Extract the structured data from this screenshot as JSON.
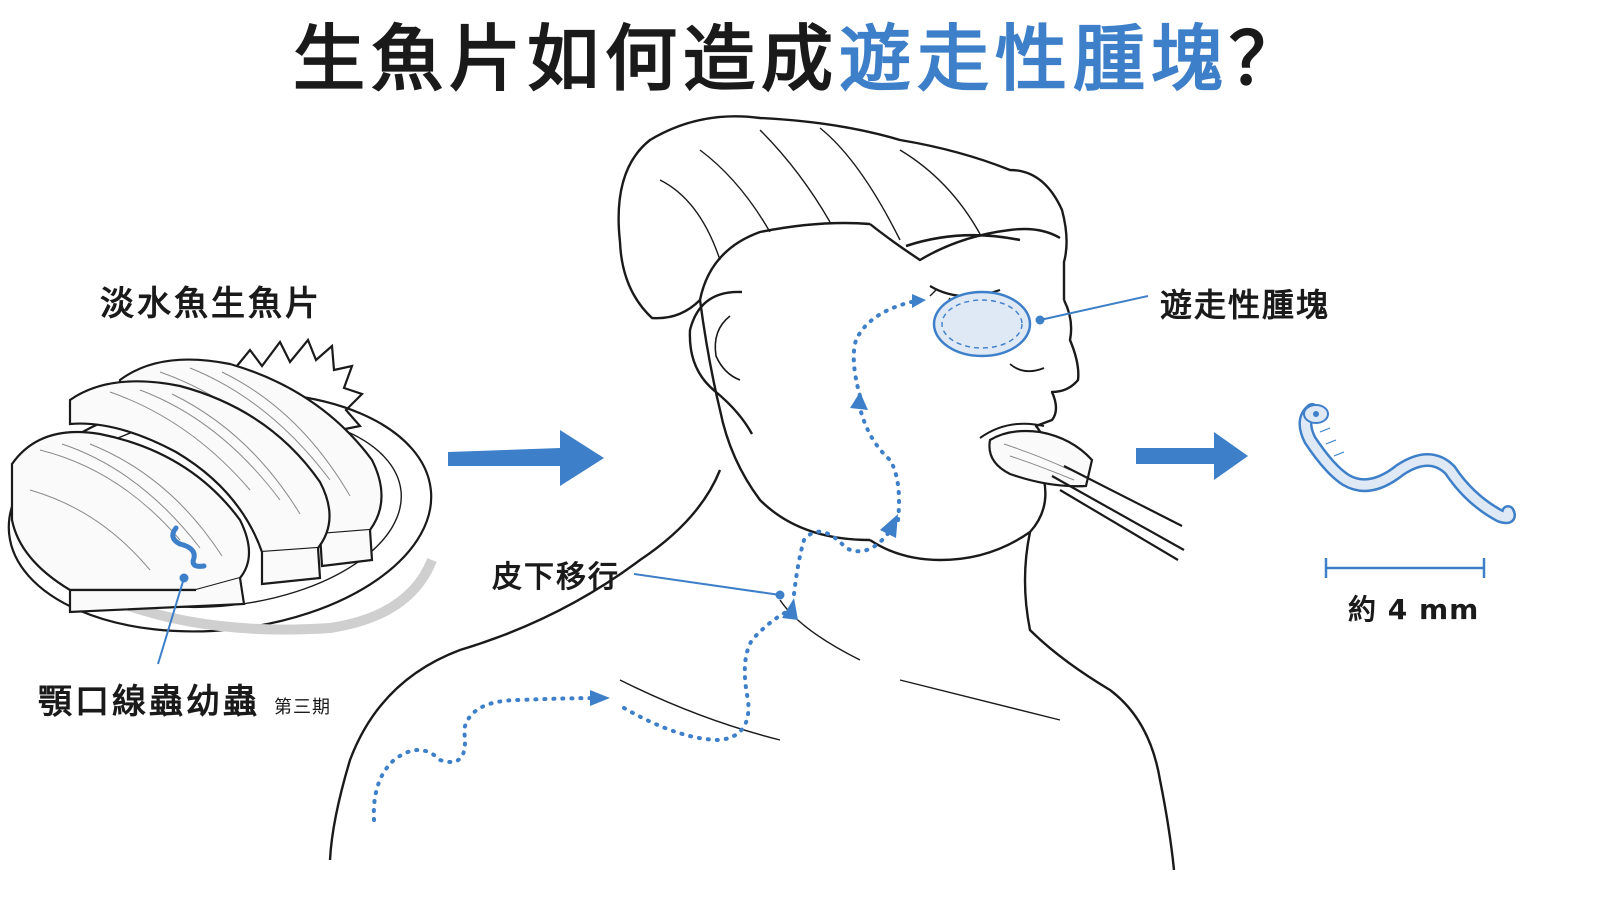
{
  "title": {
    "part1": "生魚片如何造成",
    "part2": "遊走性腫塊",
    "part3": "？"
  },
  "labels": {
    "fish": "淡水魚生魚片",
    "larva": "顎口線蟲幼蟲",
    "larva_stage": "第三期",
    "migration": "皮下移行",
    "lump": "遊走性腫塊",
    "size": "約 4 mm"
  },
  "colors": {
    "accent": "#3d7fc8",
    "ink": "#1a1a1a"
  }
}
